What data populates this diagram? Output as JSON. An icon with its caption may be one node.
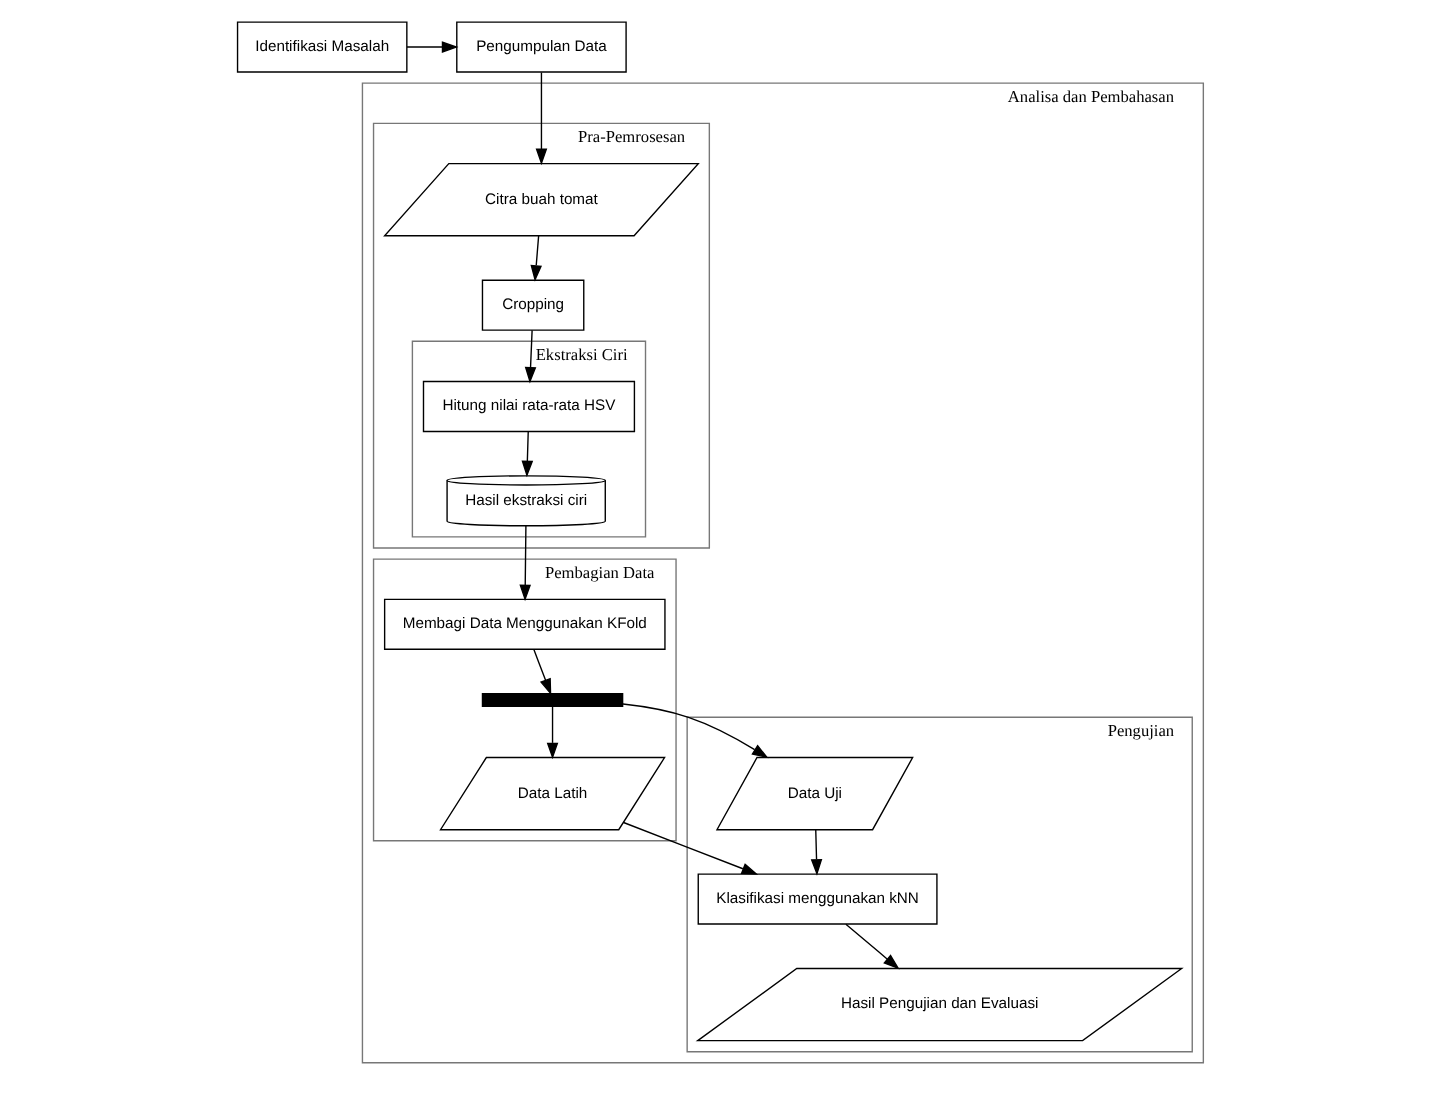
{
  "diagram": {
    "nodes": [
      {
        "text": [
          "Identifikasi Masalah"
        ]
      },
      {
        "text": [
          "Pengumpulan Data"
        ]
      },
      {
        "text": [
          "Analisa dan Pembahasan"
        ]
      },
      {
        "text": [
          "Pra-Pemrosesan"
        ],
        "in": 2
      },
      {
        "text": [
          "Citra buah tomat"
        ],
        "in": 3
      },
      {
        "text": [
          "Cropping"
        ],
        "in": 3
      },
      {
        "text": [
          "Ekstraksi Ciri"
        ],
        "in": 3
      },
      {
        "text": [
          "Hitung nilai rata-rata HSV"
        ],
        "in": 6
      },
      {
        "text": [
          "Hasil ekstraksi ciri"
        ],
        "in": 6
      },
      {
        "text": [
          "Pembagian Data"
        ],
        "in": 2
      },
      {
        "text": [
          "Membagi Data Menggunakan KFold"
        ],
        "in": 9
      },
      {
        "text": [],
        "shape": "bar",
        "in": 9
      },
      {
        "text": [
          "Data Latih"
        ],
        "in": 9
      },
      {
        "text": [
          "Pengujian"
        ],
        "in": 2
      },
      {
        "text": [
          "Data Uji"
        ],
        "in": 13
      },
      {
        "text": [
          "Klasifikasi menggunakan kNN"
        ],
        "in": 13
      },
      {
        "text": [
          "Hasil Pengujian dan Evaluasi"
        ],
        "in": 13
      }
    ],
    "edges": [
      {
        "from": 0,
        "to": 1,
        "arrow": "to"
      },
      {
        "from": 1,
        "to": 4,
        "arrow": "to"
      },
      {
        "from": 4,
        "to": 5,
        "arrow": "to"
      },
      {
        "from": 5,
        "to": 7,
        "arrow": "to"
      },
      {
        "from": 7,
        "to": 8,
        "arrow": "to"
      },
      {
        "from": 8,
        "to": 10,
        "arrow": "to"
      },
      {
        "from": 10,
        "to": 11,
        "arrow": "to"
      },
      {
        "from": 11,
        "to": 12,
        "arrow": "to"
      },
      {
        "from": 11,
        "to": 14,
        "arrow": "to"
      },
      {
        "from": 12,
        "to": 15,
        "arrow": "to"
      },
      {
        "from": 14,
        "to": 15,
        "arrow": "to"
      },
      {
        "from": 15,
        "to": 16,
        "arrow": "to"
      }
    ]
  }
}
